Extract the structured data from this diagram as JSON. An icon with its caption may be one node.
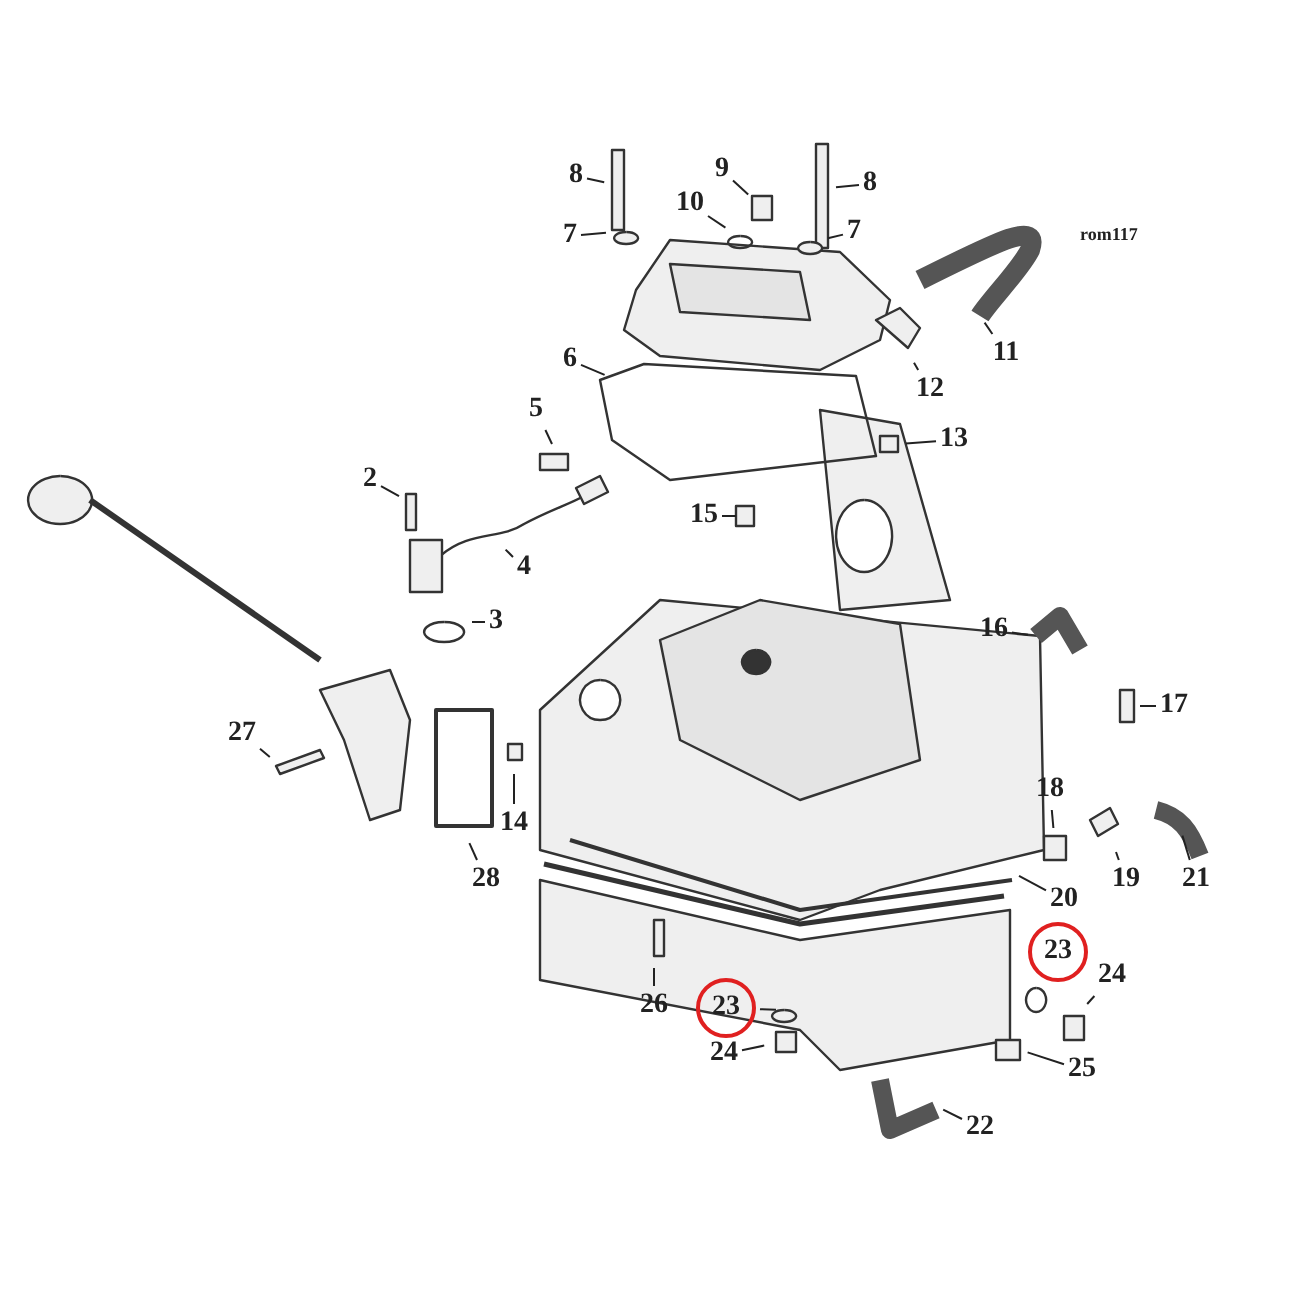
{
  "diagram": {
    "nodes": [
      {
        "text": [
          "8"
        ]
      },
      {
        "text": [
          "9"
        ]
      },
      {
        "text": [
          "8"
        ]
      },
      {
        "text": [
          "10"
        ]
      },
      {
        "text": [
          "7"
        ]
      },
      {
        "text": [
          "7"
        ]
      },
      {
        "text": [
          "11"
        ]
      },
      {
        "text": [
          "12"
        ]
      },
      {
        "text": [
          "6"
        ]
      },
      {
        "text": [
          "5"
        ]
      },
      {
        "text": [
          "13"
        ]
      },
      {
        "text": [
          "2"
        ]
      },
      {
        "text": [
          "15"
        ]
      },
      {
        "text": [
          "4"
        ]
      },
      {
        "text": [
          "3"
        ]
      },
      {
        "text": [
          "16"
        ]
      },
      {
        "text": [
          "17"
        ]
      },
      {
        "text": [
          "27"
        ]
      },
      {
        "text": [
          "18"
        ]
      },
      {
        "text": [
          "14"
        ]
      },
      {
        "text": [
          "28"
        ]
      },
      {
        "text": [
          "19"
        ]
      },
      {
        "text": [
          "21"
        ]
      },
      {
        "text": [
          "20"
        ]
      },
      {
        "text": [
          "23"
        ]
      },
      {
        "text": [
          "24"
        ]
      },
      {
        "text": [
          "26"
        ]
      },
      {
        "text": [
          "23"
        ]
      },
      {
        "text": [
          "24"
        ]
      },
      {
        "text": [
          "25"
        ]
      },
      {
        "text": [
          "22"
        ]
      }
    ],
    "edges": [
      {
        "from": 0,
        "to": null,
        "arrow": "none"
      },
      {
        "from": 1,
        "to": null,
        "arrow": "none"
      },
      {
        "from": 2,
        "to": null,
        "arrow": "none"
      },
      {
        "from": 3,
        "to": null,
        "arrow": "none"
      },
      {
        "from": 4,
        "to": null,
        "arrow": "none"
      },
      {
        "from": 5,
        "to": null,
        "arrow": "none"
      },
      {
        "from": 6,
        "to": null,
        "arrow": "none"
      },
      {
        "from": 7,
        "to": null,
        "arrow": "none"
      },
      {
        "from": 8,
        "to": null,
        "arrow": "none"
      },
      {
        "from": 9,
        "to": null,
        "arrow": "none"
      },
      {
        "from": 10,
        "to": null,
        "arrow": "none"
      },
      {
        "from": 11,
        "to": null,
        "arrow": "none"
      },
      {
        "from": 12,
        "to": null,
        "arrow": "none"
      },
      {
        "from": 13,
        "to": null,
        "arrow": "none"
      },
      {
        "from": 14,
        "to": null,
        "arrow": "none"
      },
      {
        "from": 15,
        "to": null,
        "arrow": "none"
      },
      {
        "from": 16,
        "to": null,
        "arrow": "none"
      },
      {
        "from": 17,
        "to": null,
        "arrow": "none"
      },
      {
        "from": 18,
        "to": null,
        "arrow": "none"
      },
      {
        "from": 19,
        "to": null,
        "arrow": "none"
      },
      {
        "from": 20,
        "to": null,
        "arrow": "none"
      },
      {
        "from": 21,
        "to": null,
        "arrow": "none"
      },
      {
        "from": 22,
        "to": null,
        "arrow": "none"
      },
      {
        "from": 23,
        "to": null,
        "arrow": "none"
      },
      {
        "from": 24,
        "to": null,
        "arrow": "none"
      },
      {
        "from": 25,
        "to": null,
        "arrow": "none"
      },
      {
        "from": 26,
        "to": null,
        "arrow": "none"
      },
      {
        "from": 27,
        "to": null,
        "arrow": "none"
      },
      {
        "from": 28,
        "to": null,
        "arrow": "none"
      },
      {
        "from": 29,
        "to": null,
        "arrow": "none"
      },
      {
        "from": 30,
        "to": null,
        "arrow": "none"
      }
    ],
    "labels": [
      "rom117"
    ]
  }
}
